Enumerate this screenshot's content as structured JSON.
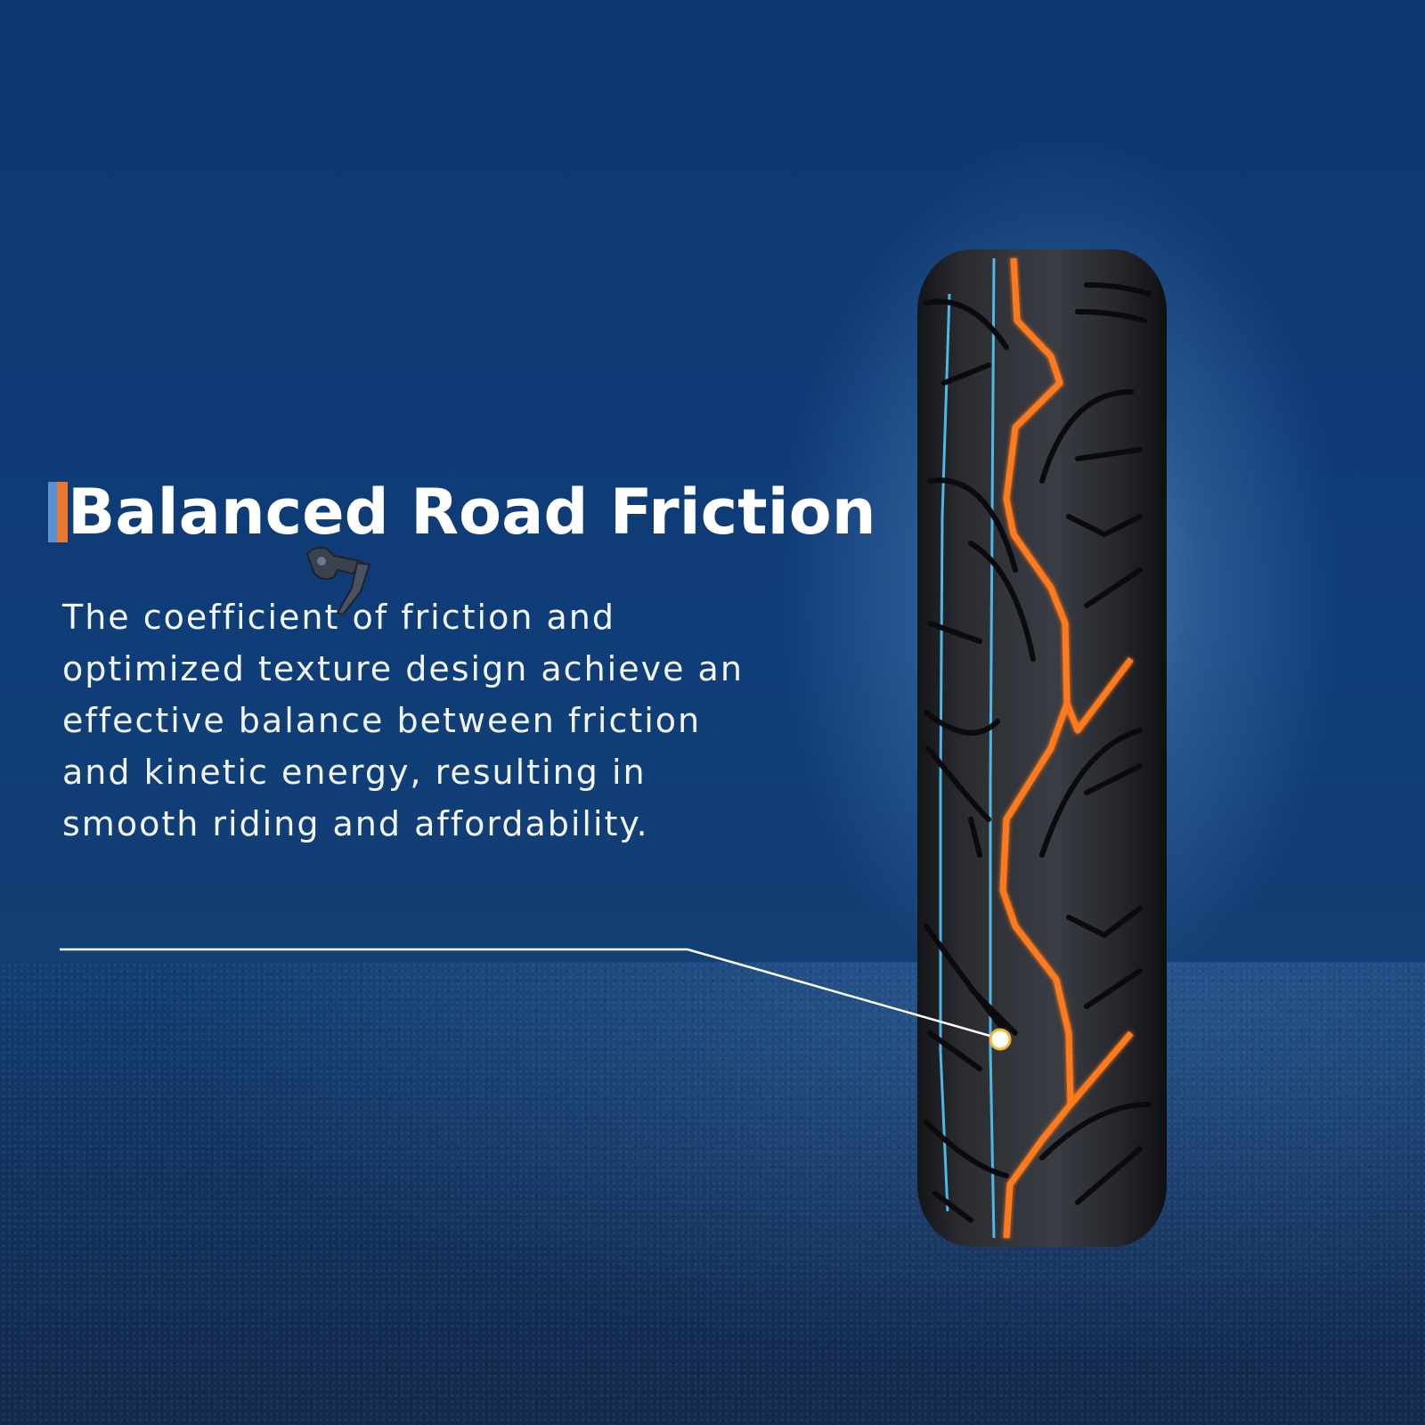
{
  "heading": {
    "title": "Balanced Road Friction"
  },
  "description": {
    "lines": [
      "The coefficient of friction and",
      "optimized texture design achieve an",
      "effective balance between friction",
      "and kinetic energy, resulting in",
      "smooth riding and affordability."
    ]
  },
  "colors": {
    "background": "#0f3d78",
    "accent_orange": "#e9782f",
    "accent_blue": "#5a8fd0",
    "tire_groove_orange": "#ff7a1a",
    "tire_groove_blue": "#4fb6ea",
    "text": "#ffffff"
  },
  "icons": {
    "tool": "wrench-tool-icon"
  }
}
